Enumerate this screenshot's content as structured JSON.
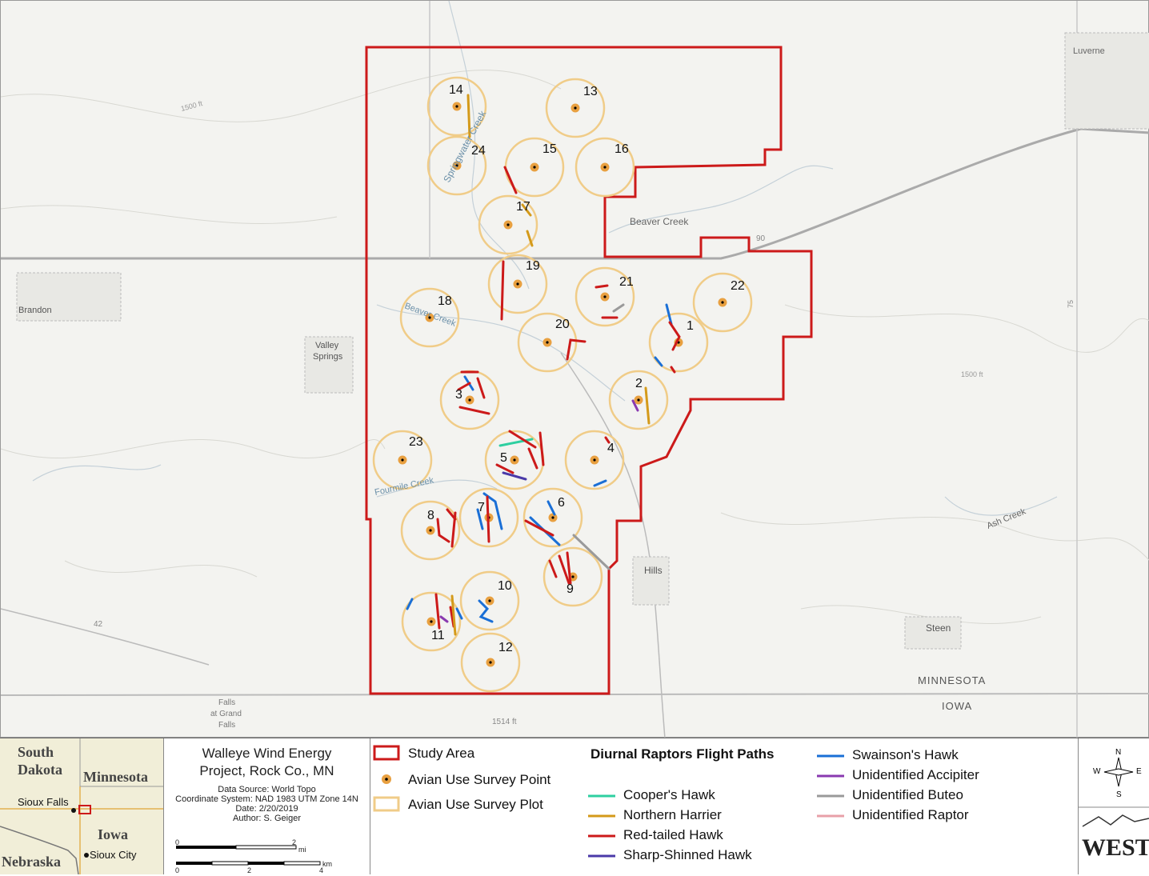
{
  "map": {
    "place_labels": [
      "Luverne",
      "Brandon",
      "Valley Springs",
      "Hills",
      "Steen",
      "Falls at Grand Falls",
      "MINNESOTA",
      "IOWA"
    ],
    "water_labels": [
      "Springwater Creek",
      "Beaver Creek",
      "Beaver Creek",
      "Fourmile Creek",
      "Ash Creek"
    ],
    "elevation_labels": [
      "1500 ft",
      "1500 ft",
      "1514 ft"
    ],
    "road_labels": [
      "90",
      "42",
      "75"
    ],
    "survey_points": [
      "14",
      "13",
      "24",
      "15",
      "16",
      "17",
      "19",
      "18",
      "21",
      "22",
      "20",
      "1",
      "3",
      "2",
      "23",
      "5",
      "4",
      "8",
      "7",
      "6",
      "9",
      "10",
      "11",
      "12"
    ]
  },
  "inset": {
    "states": [
      "South Dakota",
      "Minnesota",
      "Iowa",
      "Nebraska"
    ],
    "cities": [
      "Sioux Falls",
      "Sioux City"
    ]
  },
  "info": {
    "title": "Walleye Wind Energy Project, Rock Co., MN",
    "data_source": "Data Source: World Topo",
    "coord_system": "Coordinate System: NAD 1983 UTM Zone 14N",
    "date": "Date: 2/20/2019",
    "author": "Author: S. Geiger",
    "scale_mi": [
      "0",
      "2",
      "mi"
    ],
    "scale_km": [
      "0",
      "2",
      "4",
      "km"
    ]
  },
  "legend": {
    "study_area": "Study Area",
    "survey_point": "Avian Use Survey Point",
    "survey_plot": "Avian Use Survey Plot",
    "flight_title": "Diurnal Raptors Flight Paths",
    "species": [
      {
        "name": "Cooper's Hawk",
        "color": "#2ecfa0"
      },
      {
        "name": "Northern Harrier",
        "color": "#d49a1a"
      },
      {
        "name": "Red-tailed Hawk",
        "color": "#cc1a1a"
      },
      {
        "name": "Sharp-Shinned Hawk",
        "color": "#4a3aa8"
      },
      {
        "name": "Swainson's Hawk",
        "color": "#1a6fd6"
      },
      {
        "name": "Unidentified Accipiter",
        "color": "#8a3ab0"
      },
      {
        "name": "Unidentified Buteo",
        "color": "#9a9a9a"
      },
      {
        "name": "Unidentified Raptor",
        "color": "#e8a0a8"
      }
    ]
  },
  "compass": {
    "n": "N",
    "s": "S",
    "e": "E",
    "w": "W"
  },
  "logo": {
    "text": "WEST"
  },
  "colors": {
    "study_area": "#cc1a1a",
    "plot": "#f0cc88",
    "point": "#e8a040"
  }
}
